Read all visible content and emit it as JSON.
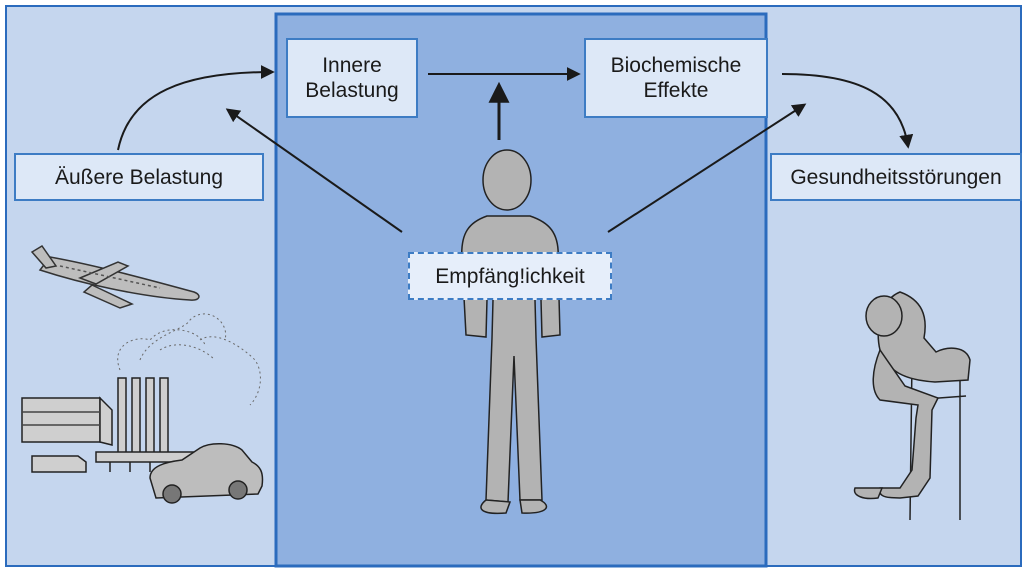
{
  "colors": {
    "outer_panel": "#c5d6ee",
    "inner_panel": "#8fb0e0",
    "panel_border": "#2b6bbd",
    "box_fill": "#dde8f7",
    "box_border": "#3d7cc4",
    "figure_fill": "#b3b3b3",
    "arrow": "#1a1a1a"
  },
  "boxes": {
    "external_load": "Äußere Belastung",
    "internal_load": "Innere\nBelastung",
    "biochemical_effects": "Biochemische\nEffekte",
    "health_disorders": "Gesundheitsstörungen",
    "susceptibility": "Empfäng!ichkeit"
  },
  "illustrations": [
    "airplane-icon",
    "factory-icon",
    "car-icon",
    "standing-person-icon",
    "seated-distressed-person-icon"
  ]
}
